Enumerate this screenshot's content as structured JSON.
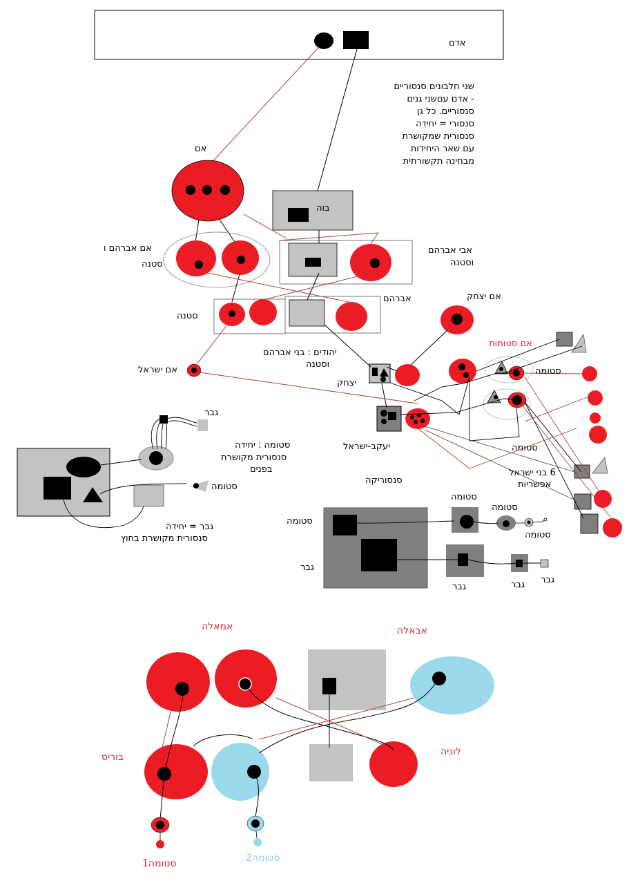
{
  "colors": {
    "red": "#ec1c24",
    "dark": "#000000",
    "gray": "#c3c3c3",
    "darkgray": "#7f7f7f",
    "blue": "#99d9ea",
    "line_red": "#b83c3c"
  },
  "labels": {
    "adam": "אדם",
    "note_lines": [
      "שני חלבונים סנסוריים",
      "- אדם עםשני גנים",
      "סנסוריים. כל גן",
      "סנסורי = יחידה",
      "סנסורית שמקושרת",
      "עם שאר היחידות",
      "מבחינה תקשורתית"
    ],
    "em": "אם",
    "boh": "בוה",
    "em_avraham": "אם אברהם ו",
    "satana1": "סטנה",
    "avi_avraham_l1": "אבי  אברהם",
    "avi_avraham_l2": "וסטנה",
    "avraham": "אברהם",
    "satana2": "סטנה",
    "em_yitzhak": "אם יצחק",
    "em_stumot": "אם סטומות",
    "yehudim_l1": "יהודים : בני אברהם",
    "yehudim_l2": "וסטנה",
    "em_israel": "אם ישראל",
    "yitzhak": "יצחק",
    "stuma_right": "סטומה",
    "gever_top": "גבר",
    "stuma_unit_l1": "סטומה : יחידה",
    "stuma_unit_l2": "סנסורית  מקושרת",
    "stuma_unit_l3": "בפנים",
    "yaakov": "יעקב-ישראל",
    "stuma_right2": "סטומה",
    "sensorika": "סנסוריקה",
    "bnei_israel_l1": "6 בני ישראל",
    "bnei_israel_l2": "אפשריות",
    "stuma_left": "סטומה",
    "gever_unit_l1": "גבר = יחידה",
    "gever_unit_l2": "סנסורית  מקושרת בחוץ",
    "stuma_a": "סטומה",
    "stuma_b": "סטומה",
    "stuma_c": "סטומה",
    "stuma_d": "סטומה",
    "gever_a": "גבר",
    "gever_b": "גבר",
    "gever_c": "גבר",
    "gever_d": "גבר",
    "amala": "אמאלה",
    "abala": "אבאלה",
    "boris": "בוריס",
    "luna": "לוניה",
    "stuma1": "סטומה1",
    "stuma2": "סטומה2"
  }
}
